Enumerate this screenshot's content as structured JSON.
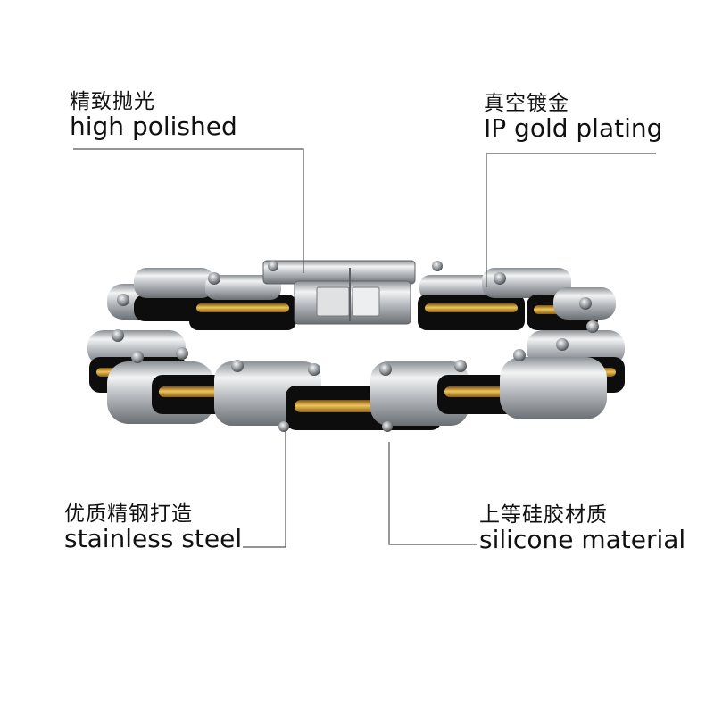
{
  "callouts": {
    "top_left": {
      "cn": "精致抛光",
      "en": "high polished"
    },
    "top_right": {
      "cn": "真空镀金",
      "en": "IP gold plating"
    },
    "bottom_left": {
      "cn": "优质精钢打造",
      "en": "stainless steel"
    },
    "bottom_right": {
      "cn": "上等硅胶材质",
      "en": "silicone material"
    }
  },
  "colors": {
    "steel": "#c9ccd0",
    "steel_dark": "#6d7277",
    "silicone": "#0d0d0d",
    "gold": "#c9961e",
    "leader_line": "#555555"
  }
}
